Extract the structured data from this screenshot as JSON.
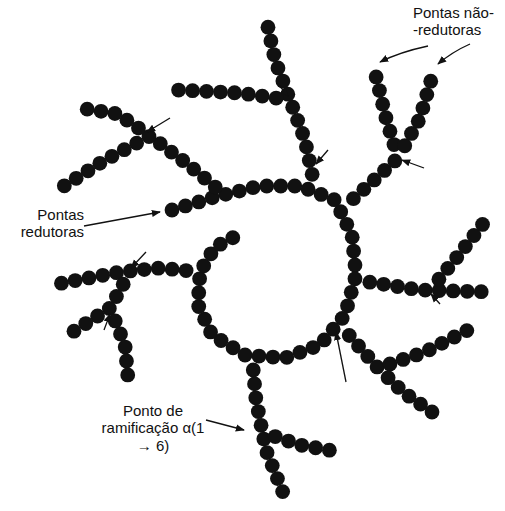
{
  "diagram": {
    "labels": [
      "Pontas não- -redutoras",
      "Pontas redutoras",
      "Ponto de ramificação α(1 → 6)"
    ]
  }
}
